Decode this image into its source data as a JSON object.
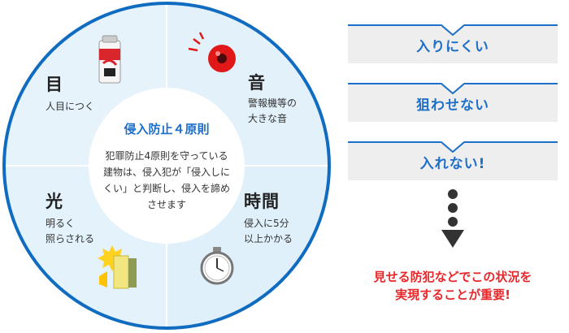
{
  "center": {
    "title": "侵入防止４原則",
    "text": "犯罪防止4原則を守っている\n建物は、侵入犯が「侵入しに\nくい」と判断し、侵入を諦め\nさせます"
  },
  "quadrants": {
    "eye": {
      "title": "目",
      "desc": "人目につく",
      "icon": "spray-can-icon"
    },
    "sound": {
      "title": "音",
      "desc": "警報機等の\n大きな音",
      "icon": "alarm-bell-icon"
    },
    "light": {
      "title": "光",
      "desc": "明るく\n照らされる",
      "icon": "light-icon"
    },
    "time": {
      "title": "時間",
      "desc": "侵入に5分\n以上かかる",
      "icon": "stopwatch-icon"
    }
  },
  "steps": [
    {
      "label": "入りにくい"
    },
    {
      "label": "狙わせない"
    },
    {
      "label": "入れない!"
    }
  ],
  "conclusion": "見せる防犯などでこの状況を\n実現することが重要!",
  "colors": {
    "accent_blue": "#1e6fc8",
    "circle_blue": "#0f6cc0",
    "quad_tl": "#e6f3fb",
    "quad_tr": "#e2f1fa",
    "quad_bl": "#e3f2fb",
    "quad_br": "#dff0fa",
    "conclusion_red": "#e8272a",
    "step_bg": "#eeeeee"
  }
}
